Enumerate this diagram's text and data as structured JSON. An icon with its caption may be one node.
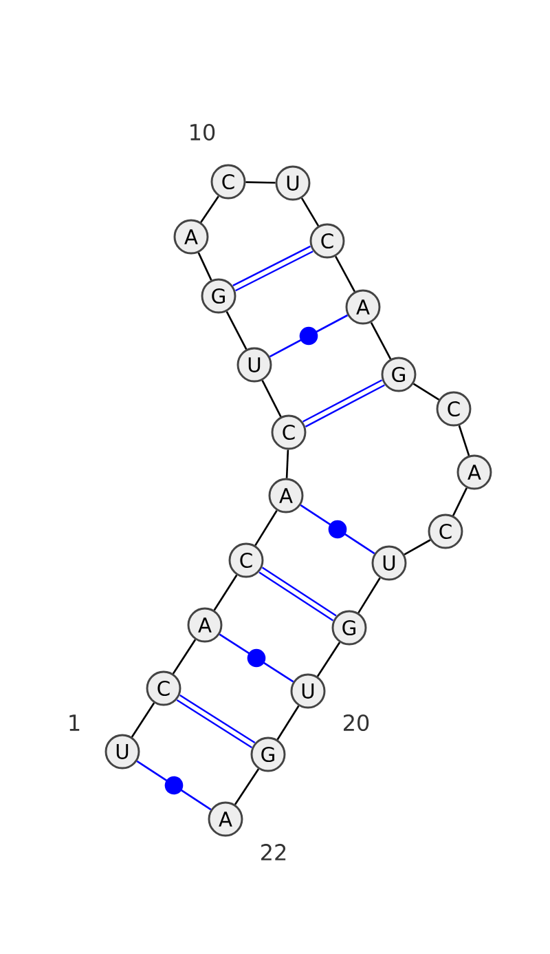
{
  "diagram": {
    "nodes": [
      {
        "text": [
          "U"
        ]
      },
      {
        "text": [
          "C"
        ]
      },
      {
        "text": [
          "A"
        ]
      },
      {
        "text": [
          "C"
        ]
      },
      {
        "text": [
          "A"
        ]
      },
      {
        "text": [
          "C"
        ]
      },
      {
        "text": [
          "U"
        ]
      },
      {
        "text": [
          "G"
        ]
      },
      {
        "text": [
          "A"
        ]
      },
      {
        "text": [
          "C"
        ]
      },
      {
        "text": [
          "U"
        ]
      },
      {
        "text": [
          "C"
        ]
      },
      {
        "text": [
          "A"
        ]
      },
      {
        "text": [
          "G"
        ]
      },
      {
        "text": [
          "C"
        ]
      },
      {
        "text": [
          "A"
        ]
      },
      {
        "text": [
          "C"
        ]
      },
      {
        "text": [
          "U"
        ]
      },
      {
        "text": [
          "G"
        ]
      },
      {
        "text": [
          "U"
        ]
      },
      {
        "text": [
          "G"
        ]
      },
      {
        "text": [
          "A"
        ]
      }
    ],
    "edges": [
      {
        "from": 0,
        "to": 1,
        "arrow": "none"
      },
      {
        "from": 1,
        "to": 2,
        "arrow": "none"
      },
      {
        "from": 2,
        "to": 3,
        "arrow": "none"
      },
      {
        "from": 3,
        "to": 4,
        "arrow": "none"
      },
      {
        "from": 4,
        "to": 5,
        "arrow": "none"
      },
      {
        "from": 5,
        "to": 6,
        "arrow": "none"
      },
      {
        "from": 6,
        "to": 7,
        "arrow": "none"
      },
      {
        "from": 7,
        "to": 8,
        "arrow": "none"
      },
      {
        "from": 8,
        "to": 9,
        "arrow": "none"
      },
      {
        "from": 9,
        "to": 10,
        "arrow": "none"
      },
      {
        "from": 10,
        "to": 11,
        "arrow": "none"
      },
      {
        "from": 11,
        "to": 12,
        "arrow": "none"
      },
      {
        "from": 12,
        "to": 13,
        "arrow": "none"
      },
      {
        "from": 13,
        "to": 14,
        "arrow": "none"
      },
      {
        "from": 14,
        "to": 15,
        "arrow": "none"
      },
      {
        "from": 15,
        "to": 16,
        "arrow": "none"
      },
      {
        "from": 16,
        "to": 17,
        "arrow": "none"
      },
      {
        "from": 17,
        "to": 18,
        "arrow": "none"
      },
      {
        "from": 18,
        "to": 19,
        "arrow": "none"
      },
      {
        "from": 19,
        "to": 20,
        "arrow": "none"
      },
      {
        "from": 20,
        "to": 21,
        "arrow": "none"
      },
      {
        "from": 0,
        "to": 21,
        "arrow": "none",
        "color": "#0000ff"
      },
      {
        "from": 1,
        "to": 20,
        "arrow": "none",
        "color": "#0000ff",
        "style": "thick"
      },
      {
        "from": 2,
        "to": 19,
        "arrow": "none",
        "color": "#0000ff"
      },
      {
        "from": 3,
        "to": 18,
        "arrow": "none",
        "color": "#0000ff",
        "style": "thick"
      },
      {
        "from": 4,
        "to": 17,
        "arrow": "none",
        "color": "#0000ff"
      },
      {
        "from": 5,
        "to": 13,
        "arrow": "none",
        "color": "#0000ff",
        "style": "thick"
      },
      {
        "from": 6,
        "to": 12,
        "arrow": "none",
        "color": "#0000ff"
      },
      {
        "from": 7,
        "to": 11,
        "arrow": "none",
        "color": "#0000ff",
        "style": "thick"
      }
    ],
    "labels": [
      "10",
      "1",
      "20",
      "22"
    ]
  }
}
